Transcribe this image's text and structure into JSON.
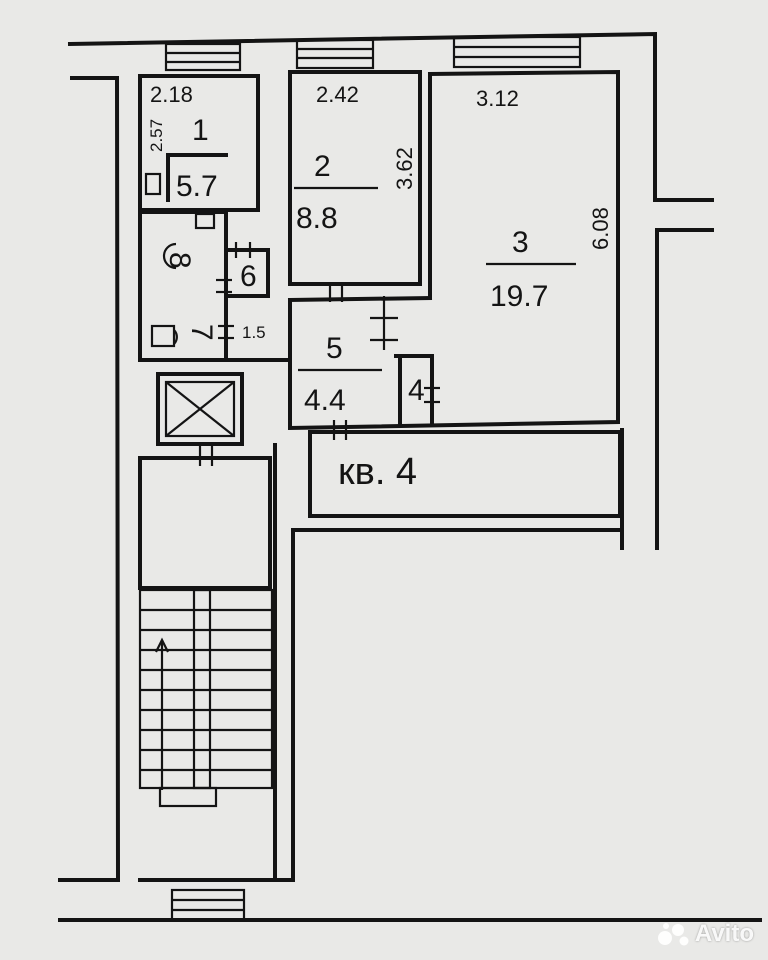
{
  "plan": {
    "apartment_label": "кв. 4",
    "rooms": [
      {
        "id": "room-1",
        "number": "1",
        "area": "5.7",
        "dims": [
          "2.18",
          "2.57"
        ]
      },
      {
        "id": "room-2",
        "number": "2",
        "area": "8.8",
        "dims": [
          "2.42",
          "3.62"
        ]
      },
      {
        "id": "room-3",
        "number": "3",
        "area": "19.7",
        "dims": [
          "3.12",
          "6.08"
        ]
      },
      {
        "id": "room-4",
        "number": "4",
        "area": "",
        "dims": []
      },
      {
        "id": "room-5",
        "number": "5",
        "area": "4.4",
        "dims": []
      },
      {
        "id": "room-6",
        "number": "6",
        "area": "1.5",
        "dims": []
      },
      {
        "id": "room-7",
        "number": "7",
        "area": "",
        "dims": []
      },
      {
        "id": "room-8",
        "number": "8",
        "area": "",
        "dims": []
      }
    ],
    "line_color": "#141414",
    "paper_color": "#e9e9e7"
  },
  "watermark": {
    "text": "Avito",
    "icon": "avito-logo-icon"
  }
}
